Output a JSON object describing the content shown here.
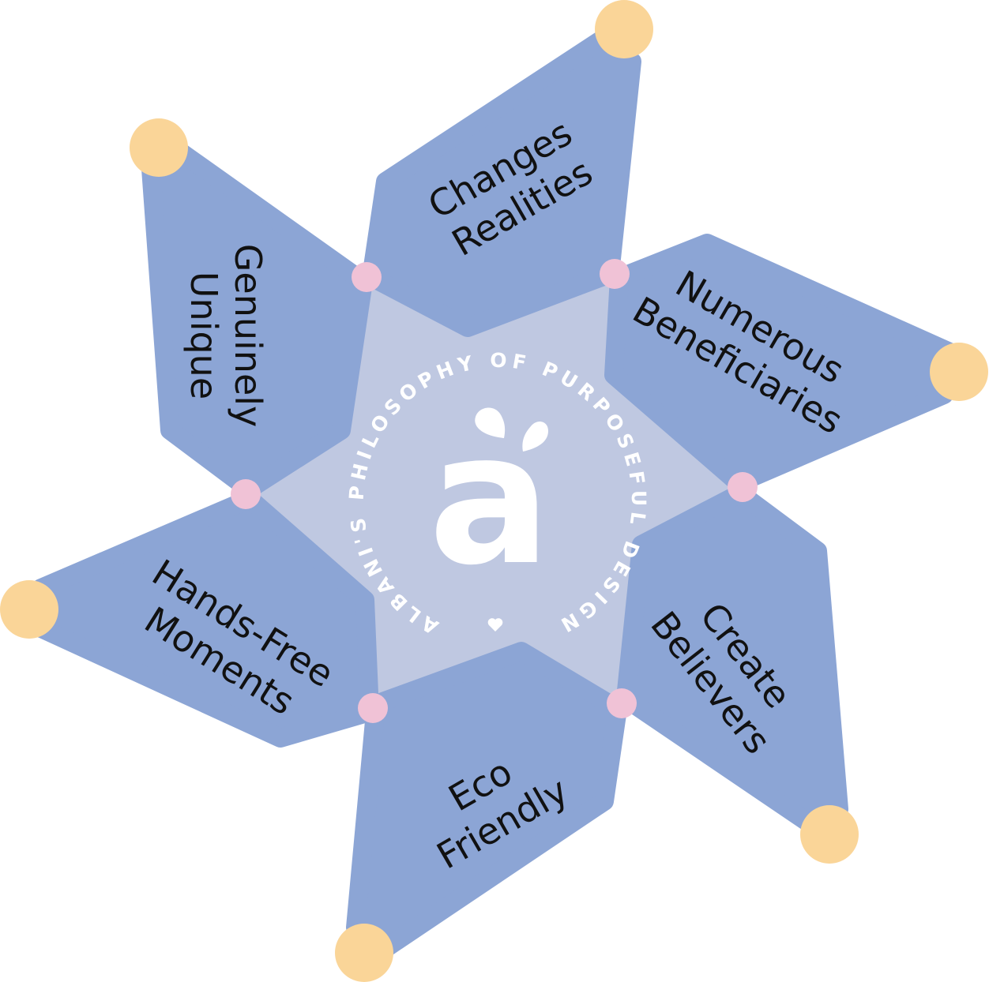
{
  "colors": {
    "petal": "#8ca5d5",
    "center": "#bfc8e1",
    "tip_dot": "#fad598",
    "joint_dot": "#f0c2d6",
    "text": "#111111",
    "logo": "#ffffff"
  },
  "center": {
    "logo_letter": "a",
    "ring_text": "ALBANI'S PHILOSOPHY OF PURPOSEFUL DESIGN",
    "heart_icon": "heart-icon"
  },
  "petals": [
    {
      "line1": "Changes",
      "line2": "Realities"
    },
    {
      "line1": "Numerous",
      "line2": "Beneficiaries"
    },
    {
      "line1": "Create",
      "line2": "Believers"
    },
    {
      "line1": "Eco",
      "line2": "Friendly"
    },
    {
      "line1": "Hands-Free",
      "line2": "Moments"
    },
    {
      "line1": "Genuinely",
      "line2": "Unique"
    }
  ]
}
